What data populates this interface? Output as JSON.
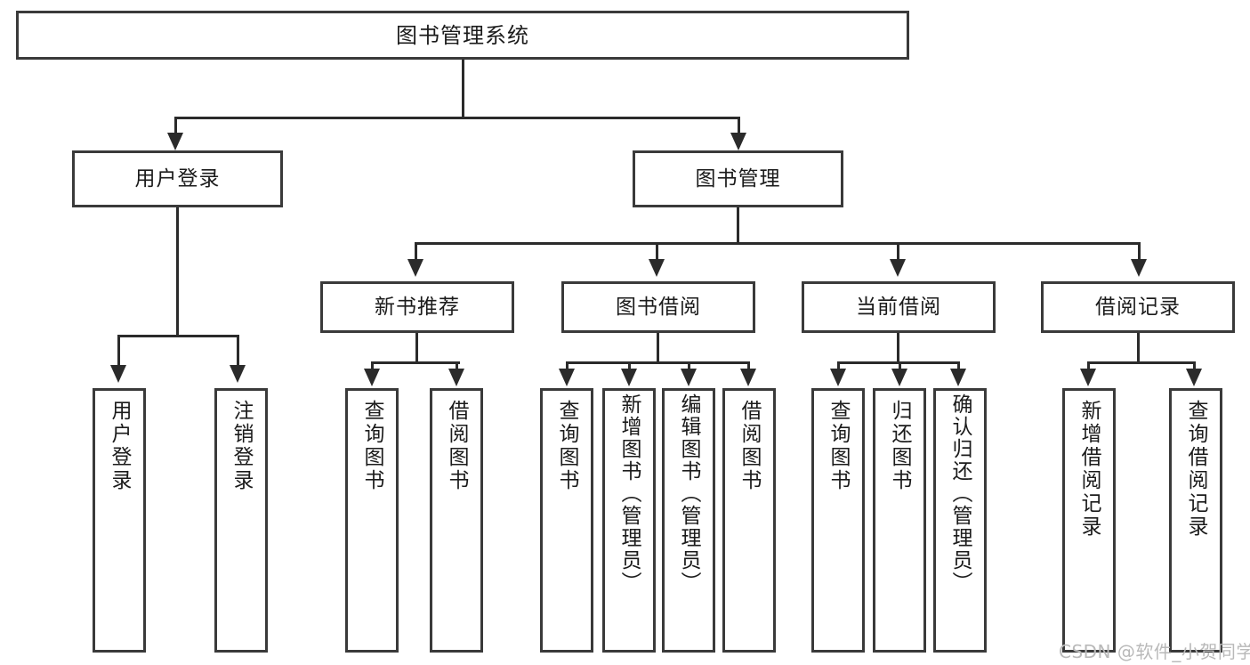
{
  "diagram": {
    "title": "图书管理系统",
    "type": "tree",
    "orientation": "top-down",
    "colors": {
      "box_border": "#3a3a3a",
      "connector": "#2b2b2b",
      "background": "#ffffff",
      "text": "#1b1b1b",
      "watermark": "#b9b9b9"
    }
  },
  "watermark": {
    "text": "CSDN @软件_小贺同学"
  },
  "nodes": {
    "root": {
      "label": "图书管理系统"
    },
    "level2": [
      {
        "label": "用户登录"
      },
      {
        "label": "图书管理"
      }
    ],
    "level3": [
      {
        "label": "新书推荐"
      },
      {
        "label": "图书借阅"
      },
      {
        "label": "当前借阅"
      },
      {
        "label": "借阅记录"
      }
    ],
    "leaves": {
      "user_login": [
        {
          "label": "用户登录"
        },
        {
          "label": "注销登录"
        }
      ],
      "new_book_recommend": [
        {
          "label": "查询图书"
        },
        {
          "label": "借阅图书"
        }
      ],
      "book_borrow": [
        {
          "label": "查询图书"
        },
        {
          "label": "新增图书（管理员）"
        },
        {
          "label": "编辑图书（管理员）"
        },
        {
          "label": "借阅图书"
        }
      ],
      "current_borrow": [
        {
          "label": "查询图书"
        },
        {
          "label": "归还图书"
        },
        {
          "label": "确认归还（管理员）"
        }
      ],
      "borrow_record": [
        {
          "label": "新增借阅记录"
        },
        {
          "label": "查询借阅记录"
        }
      ]
    }
  }
}
